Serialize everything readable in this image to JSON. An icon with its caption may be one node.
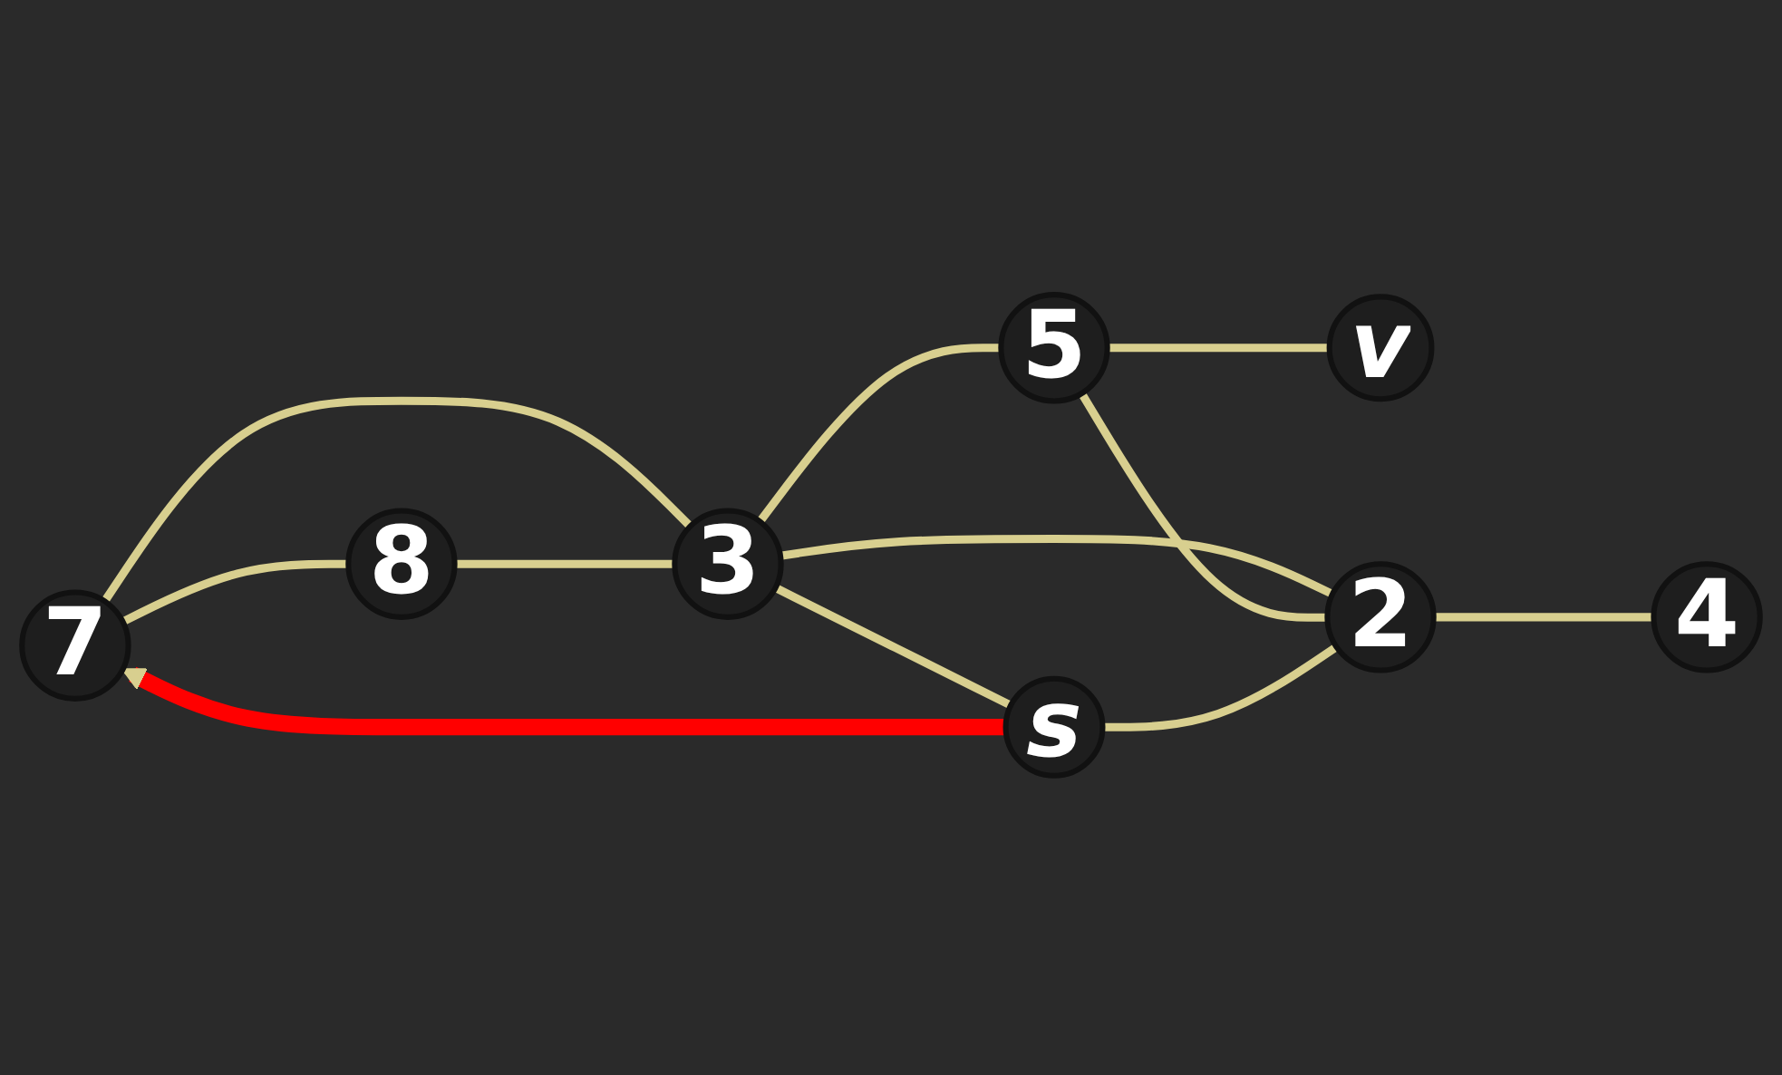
{
  "diagram": {
    "nodes": [
      {
        "text": [
          "7"
        ]
      },
      {
        "text": [
          "8"
        ]
      },
      {
        "text": [
          "3"
        ]
      },
      {
        "text": [
          "5"
        ]
      },
      {
        "text": [
          "v"
        ]
      },
      {
        "text": [
          "s"
        ]
      },
      {
        "text": [
          "2"
        ]
      },
      {
        "text": [
          "4"
        ]
      }
    ],
    "edges": [
      {
        "from": 0,
        "to": 1,
        "arrow": "none"
      },
      {
        "from": 0,
        "to": 2,
        "arrow": "none"
      },
      {
        "from": 1,
        "to": 2,
        "arrow": "none"
      },
      {
        "from": 2,
        "to": 3,
        "arrow": "none"
      },
      {
        "from": 3,
        "to": 4,
        "arrow": "none"
      },
      {
        "from": 2,
        "to": 5,
        "arrow": "none"
      },
      {
        "from": 2,
        "to": 6,
        "arrow": "none"
      },
      {
        "from": 3,
        "to": 6,
        "arrow": "none"
      },
      {
        "from": 5,
        "to": 6,
        "arrow": "none"
      },
      {
        "from": 6,
        "to": 7,
        "arrow": "none"
      },
      {
        "from": 5,
        "to": 0,
        "arrow": "to",
        "style": "thick",
        "color": "#ff0000"
      }
    ]
  }
}
